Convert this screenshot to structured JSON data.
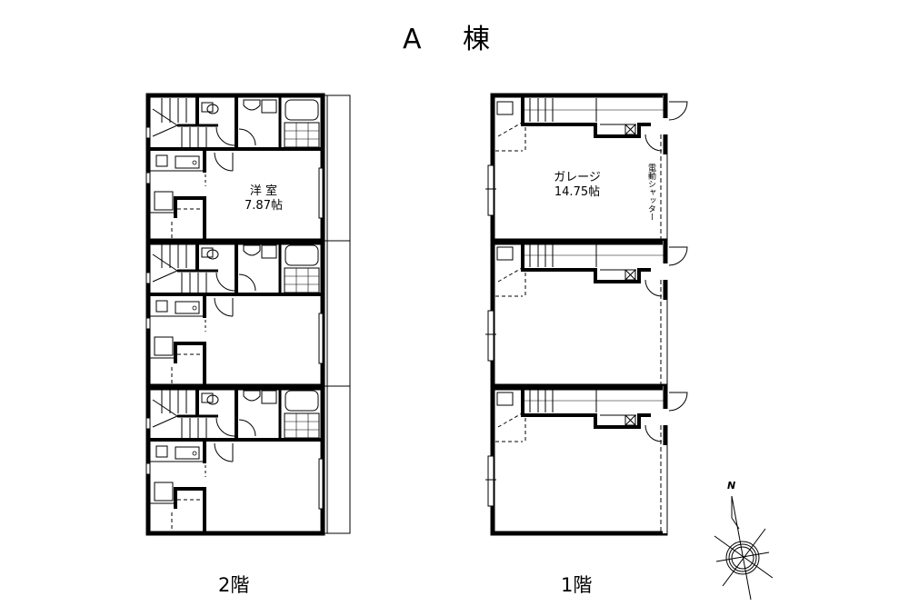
{
  "title": "A 棟",
  "floors": [
    {
      "label": "2階",
      "rooms": [
        {
          "name": "洋 室",
          "size": "7.87帖"
        }
      ],
      "units": 3
    },
    {
      "label": "1階",
      "rooms": [
        {
          "name": "ガレージ",
          "size": "14.75帖",
          "note": "電動シャッター"
        }
      ],
      "units": 3
    }
  ],
  "compass": {
    "label": "N"
  },
  "colors": {
    "wall": "#000000",
    "line": "#333333",
    "background": "#ffffff"
  }
}
